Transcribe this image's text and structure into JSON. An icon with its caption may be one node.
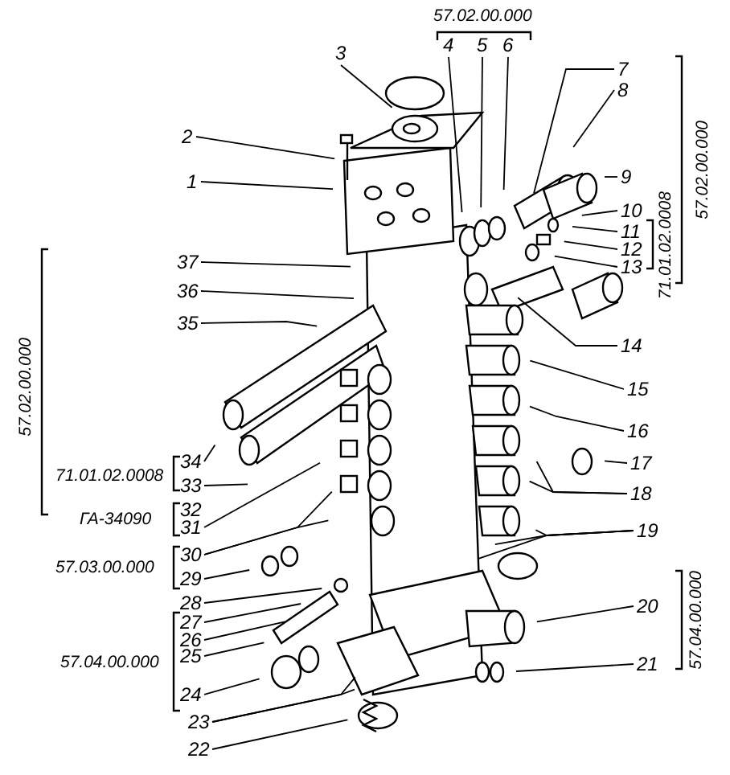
{
  "diagram": {
    "nodes": [
      {
        "text": [
          "1"
        ]
      },
      {
        "text": [
          "2"
        ]
      },
      {
        "text": [
          "3"
        ]
      },
      {
        "text": [
          "4"
        ]
      },
      {
        "text": [
          "5"
        ]
      },
      {
        "text": [
          "6"
        ]
      },
      {
        "text": [
          "7"
        ]
      },
      {
        "text": [
          "8"
        ]
      },
      {
        "text": [
          "9"
        ]
      },
      {
        "text": [
          "10"
        ]
      },
      {
        "text": [
          "11"
        ]
      },
      {
        "text": [
          "12"
        ]
      },
      {
        "text": [
          "13"
        ]
      },
      {
        "text": [
          "14"
        ]
      },
      {
        "text": [
          "15"
        ]
      },
      {
        "text": [
          "16"
        ]
      },
      {
        "text": [
          "17"
        ]
      },
      {
        "text": [
          "18"
        ]
      },
      {
        "text": [
          "19"
        ]
      },
      {
        "text": [
          "20"
        ]
      },
      {
        "text": [
          "21"
        ]
      },
      {
        "text": [
          "22"
        ]
      },
      {
        "text": [
          "23"
        ]
      },
      {
        "text": [
          "24"
        ]
      },
      {
        "text": [
          "25"
        ]
      },
      {
        "text": [
          "26"
        ]
      },
      {
        "text": [
          "27"
        ]
      },
      {
        "text": [
          "28"
        ]
      },
      {
        "text": [
          "29"
        ]
      },
      {
        "text": [
          "30"
        ]
      },
      {
        "text": [
          "31"
        ]
      },
      {
        "text": [
          "32"
        ]
      },
      {
        "text": [
          "33"
        ]
      },
      {
        "text": [
          "34"
        ]
      },
      {
        "text": [
          "35"
        ]
      },
      {
        "text": [
          "36"
        ]
      },
      {
        "text": [
          "37"
        ]
      }
    ],
    "edges": [
      {
        "from": 0,
        "to": null,
        "arrow": "none"
      },
      {
        "from": 1,
        "to": null,
        "arrow": "none"
      },
      {
        "from": 2,
        "to": null,
        "arrow": "none"
      },
      {
        "from": 3,
        "to": null,
        "arrow": "none"
      },
      {
        "from": 4,
        "to": null,
        "arrow": "none"
      },
      {
        "from": 5,
        "to": null,
        "arrow": "none"
      },
      {
        "from": 6,
        "to": null,
        "arrow": "none"
      },
      {
        "from": 7,
        "to": null,
        "arrow": "none"
      },
      {
        "from": 8,
        "to": null,
        "arrow": "none"
      },
      {
        "from": 9,
        "to": null,
        "arrow": "none"
      },
      {
        "from": 10,
        "to": null,
        "arrow": "none"
      },
      {
        "from": 11,
        "to": null,
        "arrow": "none"
      },
      {
        "from": 12,
        "to": null,
        "arrow": "none"
      },
      {
        "from": 13,
        "to": null,
        "arrow": "none"
      },
      {
        "from": 14,
        "to": null,
        "arrow": "none"
      },
      {
        "from": 15,
        "to": null,
        "arrow": "none"
      },
      {
        "from": 16,
        "to": null,
        "arrow": "none"
      },
      {
        "from": 17,
        "to": null,
        "arrow": "none"
      },
      {
        "from": 17,
        "to": null,
        "arrow": "none"
      },
      {
        "from": 18,
        "to": null,
        "arrow": "none"
      },
      {
        "from": 18,
        "to": null,
        "arrow": "none"
      },
      {
        "from": 18,
        "to": null,
        "arrow": "none"
      },
      {
        "from": 19,
        "to": null,
        "arrow": "none"
      },
      {
        "from": 20,
        "to": null,
        "arrow": "none"
      },
      {
        "from": 21,
        "to": null,
        "arrow": "none"
      },
      {
        "from": 22,
        "to": null,
        "arrow": "none"
      },
      {
        "from": 22,
        "to": null,
        "arrow": "none"
      },
      {
        "from": 23,
        "to": null,
        "arrow": "none"
      },
      {
        "from": 24,
        "to": null,
        "arrow": "none"
      },
      {
        "from": 25,
        "to": null,
        "arrow": "none"
      },
      {
        "from": 26,
        "to": null,
        "arrow": "none"
      },
      {
        "from": 27,
        "to": null,
        "arrow": "none"
      },
      {
        "from": 28,
        "to": null,
        "arrow": "none"
      },
      {
        "from": 29,
        "to": null,
        "arrow": "none"
      },
      {
        "from": 29,
        "to": null,
        "arrow": "none"
      },
      {
        "from": 30,
        "to": null,
        "arrow": "none"
      },
      {
        "from": 32,
        "to": null,
        "arrow": "none"
      },
      {
        "from": 33,
        "to": null,
        "arrow": "none"
      },
      {
        "from": 34,
        "to": null,
        "arrow": "none"
      },
      {
        "from": 35,
        "to": null,
        "arrow": "none"
      },
      {
        "from": 36,
        "to": null,
        "arrow": "none"
      }
    ],
    "labels": [
      "57.02.00.000",
      "57.02.00.000",
      "71.01.02.0008",
      "57.02.00.000",
      "71.01.02.0008",
      "ГА-34090",
      "57.03.00.000",
      "57.04.00.000",
      "57.04.00.000"
    ]
  }
}
